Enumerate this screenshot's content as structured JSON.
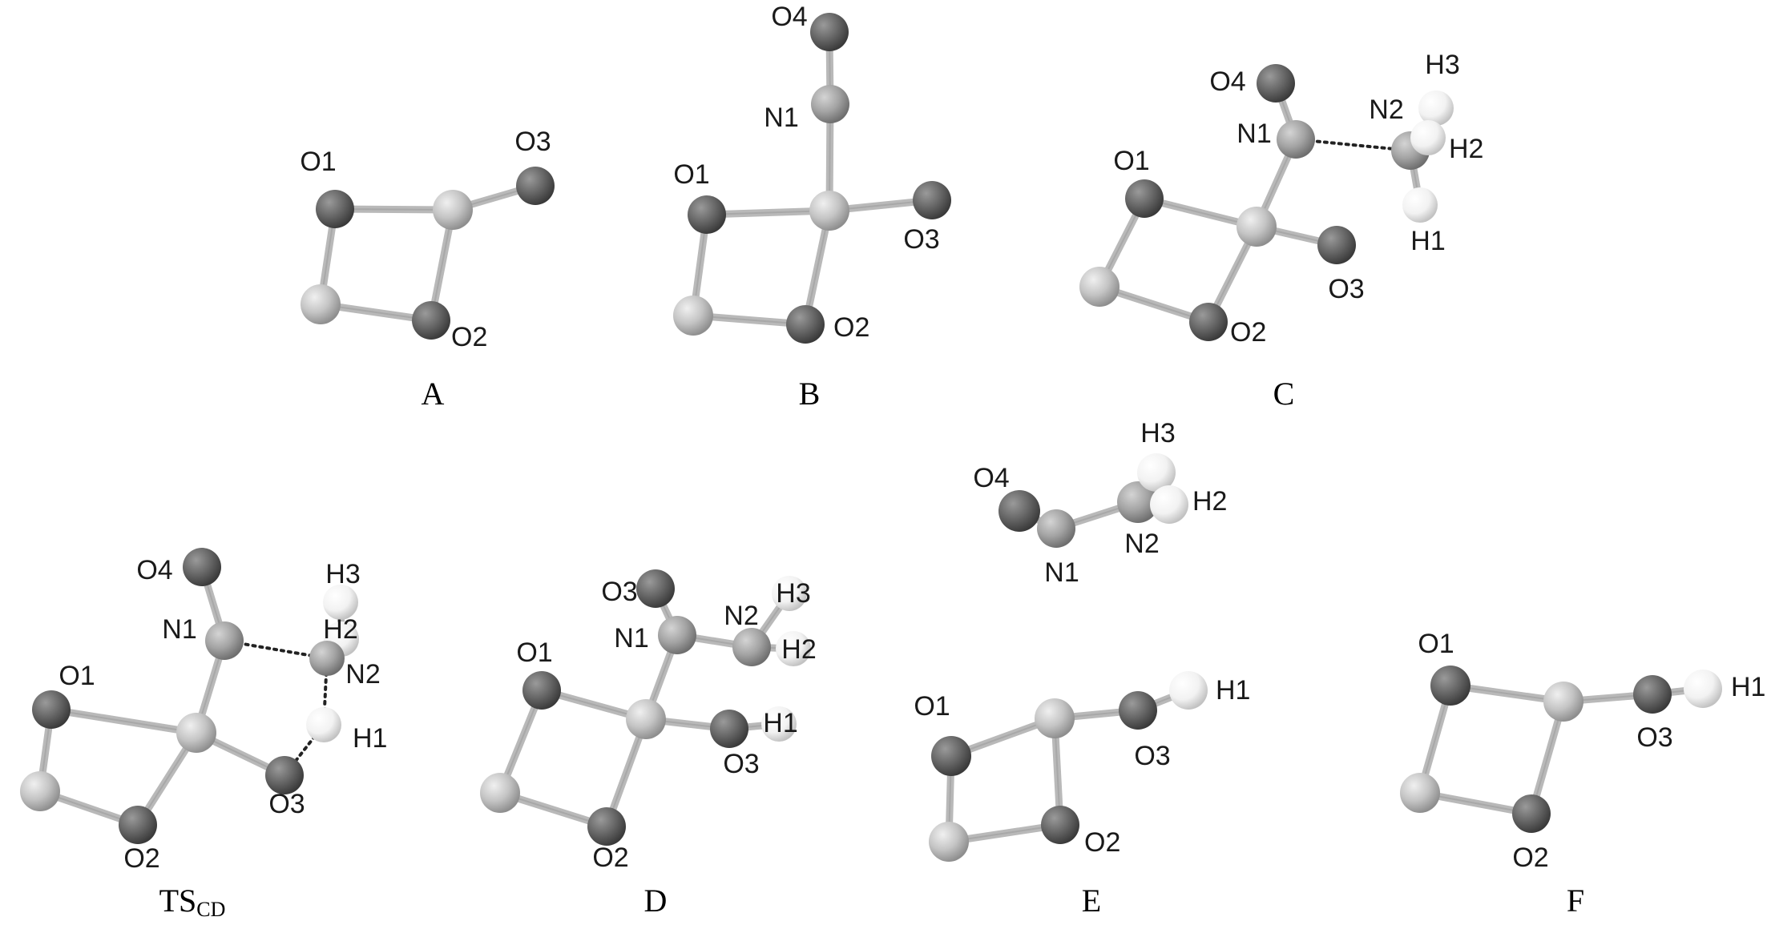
{
  "colors": {
    "background": "#ffffff",
    "oxygen_dark": "#6b6b6b",
    "metal_light": "#c6c6c6",
    "nitrogen": "#a5a5a5",
    "hydrogen": "#f4f4f4",
    "bond": "#b9b9b9"
  },
  "panels": [
    {
      "id": "A",
      "title": "A",
      "atoms": [
        {
          "label": "O1"
        },
        {
          "label": ""
        },
        {
          "label": "O3"
        },
        {
          "label": ""
        },
        {
          "label": "O2"
        }
      ]
    },
    {
      "id": "B",
      "title": "B",
      "atoms": [
        {
          "label": "O4"
        },
        {
          "label": "N1"
        },
        {
          "label": "O1"
        },
        {
          "label": ""
        },
        {
          "label": "O3"
        },
        {
          "label": ""
        },
        {
          "label": "O2"
        }
      ]
    },
    {
      "id": "C",
      "title": "C",
      "atoms": [
        {
          "label": "O4"
        },
        {
          "label": "N1"
        },
        {
          "label": "N2"
        },
        {
          "label": "H3"
        },
        {
          "label": "H2"
        },
        {
          "label": "H1"
        },
        {
          "label": "O1"
        },
        {
          "label": ""
        },
        {
          "label": "O3"
        },
        {
          "label": ""
        },
        {
          "label": "O2"
        }
      ]
    },
    {
      "id": "TS",
      "title": "TS",
      "subscript": "CD",
      "atoms": [
        {
          "label": "O4"
        },
        {
          "label": "N1"
        },
        {
          "label": "H3"
        },
        {
          "label": "H2"
        },
        {
          "label": "N2"
        },
        {
          "label": "H1"
        },
        {
          "label": "O1"
        },
        {
          "label": ""
        },
        {
          "label": "O3"
        },
        {
          "label": ""
        },
        {
          "label": "O2"
        }
      ]
    },
    {
      "id": "D",
      "title": "D",
      "atoms": [
        {
          "label": "O3"
        },
        {
          "label": "N1"
        },
        {
          "label": "N2"
        },
        {
          "label": "H3"
        },
        {
          "label": "H2"
        },
        {
          "label": "O1"
        },
        {
          "label": ""
        },
        {
          "label": "H1"
        },
        {
          "label": "O3"
        },
        {
          "label": ""
        },
        {
          "label": "O2"
        }
      ]
    },
    {
      "id": "E-mol",
      "title": "",
      "atoms": [
        {
          "label": "O4"
        },
        {
          "label": "N1"
        },
        {
          "label": "N2"
        },
        {
          "label": "H3"
        },
        {
          "label": "H2"
        }
      ]
    },
    {
      "id": "E",
      "title": "E",
      "atoms": [
        {
          "label": "O1"
        },
        {
          "label": ""
        },
        {
          "label": "O3"
        },
        {
          "label": "H1"
        },
        {
          "label": ""
        },
        {
          "label": "O2"
        }
      ]
    },
    {
      "id": "F",
      "title": "F",
      "atoms": [
        {
          "label": "O1"
        },
        {
          "label": ""
        },
        {
          "label": "O3"
        },
        {
          "label": "H1"
        },
        {
          "label": ""
        },
        {
          "label": "O2"
        }
      ]
    }
  ]
}
